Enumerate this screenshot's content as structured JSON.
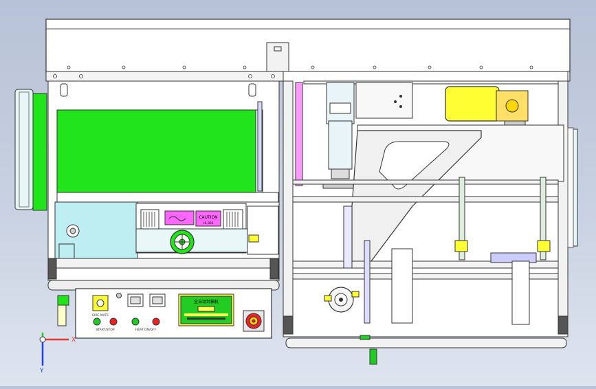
{
  "warning_label": {
    "caution": "CAUTION",
    "sub": "HL-004"
  },
  "panel": {
    "title": "全自动封箱机",
    "sub_title": "",
    "note": "",
    "left_switch_label": "CIRC.MATE",
    "start_stop_label": "START/STOP",
    "heat_label": "HEAT ON/OFF"
  },
  "axes": {
    "x": "X",
    "y": "Y"
  },
  "colors": {
    "background_top": "#b8c2d6",
    "frame": "#ffffff",
    "accent_green": "#22e41b",
    "panel_cyan": "#bfeef2",
    "motor_yellow": "#ffff33",
    "caution_magenta": "#ff66ff"
  }
}
